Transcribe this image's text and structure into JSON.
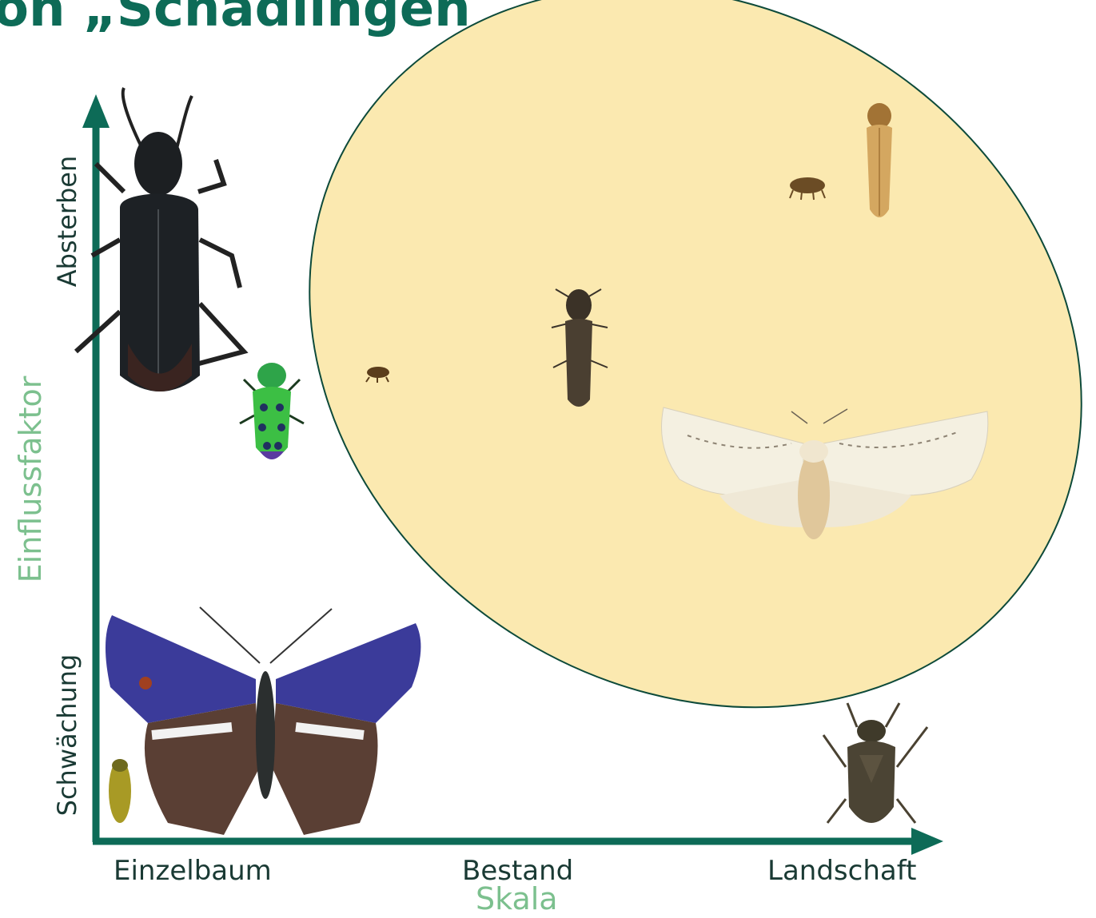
{
  "title": "on „Schadlingen",
  "x_axis": {
    "title": "Skala",
    "ticks": [
      "Einzelbaum",
      "Bestand",
      "Landschaft"
    ]
  },
  "y_axis": {
    "title": "Einflussfaktor",
    "ticks": [
      "Schwächung",
      "Absterben"
    ]
  },
  "colors": {
    "axis": "#0d6b57",
    "axis_title": "#7cc08e",
    "highlight_ellipse": "#fbe9b0",
    "ellipse_outline": "#0d4a3a"
  },
  "insects": [
    "longhorn-beetle",
    "green-jewel-beetle",
    "purple-emperor-butterfly",
    "small-jewel-beetle",
    "tiny-bark-beetle",
    "click-beetle",
    "white-moth",
    "brown-weevil",
    "elongated-beetle",
    "shield-bug"
  ]
}
